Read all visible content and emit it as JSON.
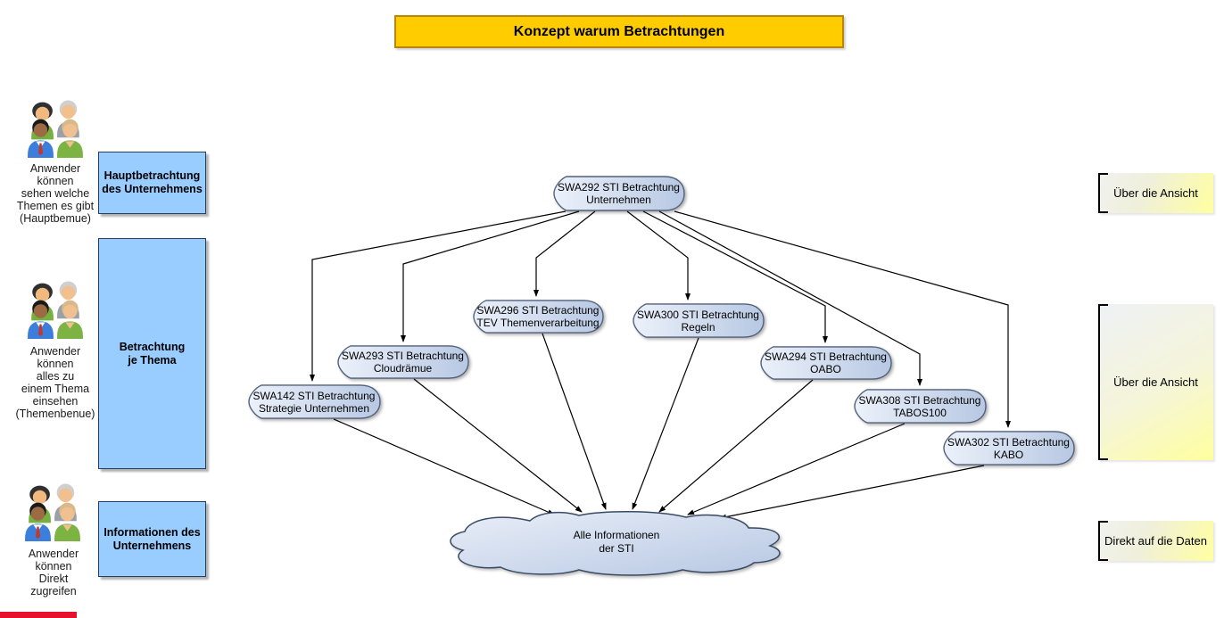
{
  "title": "Konzept warum Betrachtungen",
  "left_panel": {
    "groups": [
      {
        "caption": "Anwender\nkönnen\nsehen welche\nThemen es gibt\n(Hauptbemue)",
        "box_label": "Hauptbetrachtung\ndes Unternehmens"
      },
      {
        "caption": "Anwender\nkönnen\nalles zu\neinem Thema\neinsehen\n(Themenbenue)",
        "box_label": "Betrachtung\nje Thema"
      },
      {
        "caption": "Anwender\nkönnen\nDirekt\nzugreifen",
        "box_label": "Informationen des\nUnternehmens"
      }
    ]
  },
  "nodes": [
    {
      "line1": "SWA292 STI Betrachtung",
      "line2": "Unternehmen"
    },
    {
      "line1": "SWA296 STI Betrachtung",
      "line2": "TEV Themenverarbeitung"
    },
    {
      "line1": "SWA300 STI Betrachtung",
      "line2": "Regeln"
    },
    {
      "line1": "SWA293 STI Betrachtung",
      "line2": "Cloudrämue"
    },
    {
      "line1": "SWA294 STI Betrachtung",
      "line2": "OABO"
    },
    {
      "line1": "SWA142 STI Betrachtung",
      "line2": "Strategie Unternehmen"
    },
    {
      "line1": "SWA308 STI Betrachtung",
      "line2": "TABOS100"
    },
    {
      "line1": "SWA302 STI Betrachtung",
      "line2": "KABO"
    }
  ],
  "cloud": {
    "label": "Alle Informationen\nder STI"
  },
  "right_panel": {
    "items": [
      "Über die Ansicht",
      "Über die Ansicht",
      "Direkt auf die Daten"
    ]
  },
  "colors": {
    "title_bg": "#FFCC00",
    "title_border": "#B8860B",
    "blue_box_fill": "#99CCFF",
    "node_fill_light": "#E9EFF9",
    "node_fill_dark": "#B7C8E3",
    "node_border": "#52607A",
    "tag_yellow": "#FFFF9E",
    "red_bar": "#E8112D"
  }
}
